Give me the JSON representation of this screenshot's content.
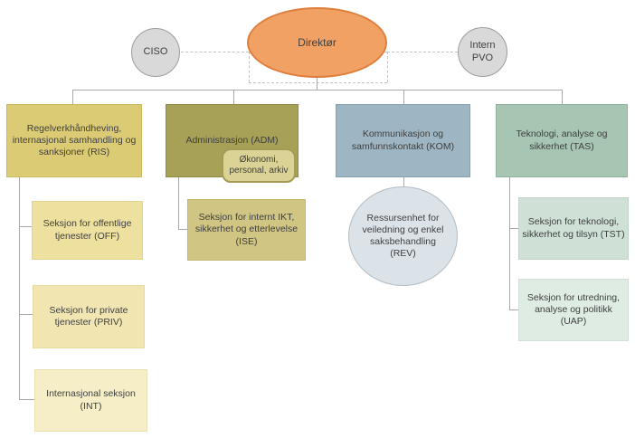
{
  "org": {
    "director": "Direktør",
    "advisors": {
      "ciso": "CISO",
      "intern_pvo": "Intern PVO"
    },
    "departments": {
      "ris": "Regelverkhåndheving, internasjonal samhandling og sanksjoner (RIS)",
      "adm": "Administrasjon (ADM)",
      "adm_staff_unit": "Økonomi, personal, arkiv",
      "kom": "Kommunikasjon og samfunnskontakt (KOM)",
      "tas": "Teknologi, analyse og sikkerhet (TAS)"
    },
    "sections": {
      "off": "Seksjon for offentlige tjenester (OFF)",
      "priv": "Seksjon for private tjenester (PRIV)",
      "int": "Internasjonal seksjon (INT)",
      "ise": "Seksjon for internt IKT, sikkerhet og etterlevelse (ISE)",
      "rev": "Ressursenhet for veiledning og enkel saks­behandling (REV)",
      "tst": "Seksjon for teknologi, sikkerhet og tilsyn (TST)",
      "uap": "Seksjon for utredning, analyse og politikk (UAP)"
    },
    "colors": {
      "director_fill": "#f2a164",
      "director_border": "#df7f3d",
      "advisor_fill": "#d9d9d9",
      "ris_fill": "#dccb75",
      "adm_fill": "#a7a057",
      "kom_fill": "#9eb6c3",
      "tas_fill": "#a7c5b3",
      "off_fill": "#eee09f",
      "priv_fill": "#f1e6b1",
      "int_fill": "#f5eec6",
      "ise_fill": "#d1c584",
      "rev_fill": "#dbe3e9",
      "tst_fill": "#cfe1d6",
      "uap_fill": "#dfece3",
      "connector": "#a9a9a9",
      "dashed_connector": "#c2c2c2",
      "text": "#3f3f3f"
    }
  }
}
